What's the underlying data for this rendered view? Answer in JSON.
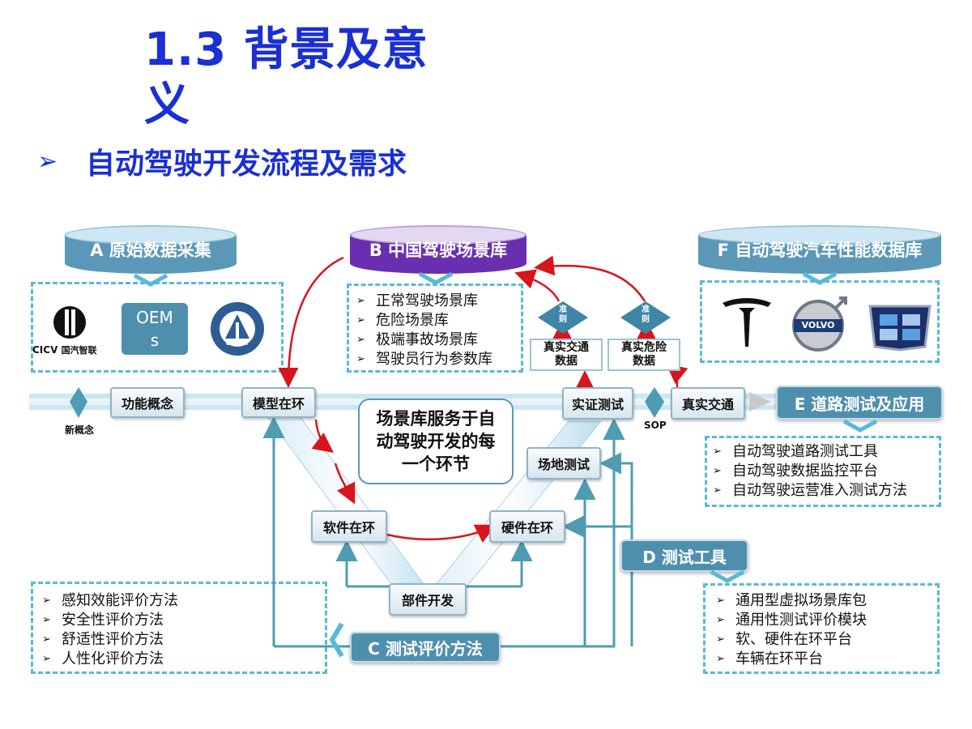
{
  "header": {
    "title": "1.3 背景及意义",
    "subtitle_bullet": "➢",
    "subtitle": "自动驾驶开发流程及需求"
  },
  "databases": {
    "a": "A 原始数据采集",
    "b": "B 中国驾驶场景库",
    "f": "F 自动驾驶汽车性能数据库"
  },
  "section_a": {
    "logo_cicv": "CICV",
    "logo_cicv_cn": "国汽智联",
    "oems": "OEMs",
    "logo_cafri": "CAERI"
  },
  "section_b_items": [
    "正常驾驶场景库",
    "危险场景库",
    "极端事故场景库",
    "驾驶员行为参数库"
  ],
  "section_f": {
    "brand_2": "VOLVO"
  },
  "flow": {
    "new_concept": "新概念",
    "function_concept": "功能概念",
    "model_in_loop": "模型在环",
    "software_in_loop": "软件在环",
    "component_dev": "部件开发",
    "hardware_in_loop": "硬件在环",
    "field_test": "场地测试",
    "validation_test": "实证测试",
    "sop": "SOP",
    "real_traffic": "真实交通",
    "real_traffic_data": "真实交通数据",
    "real_danger_data": "真实危险数据",
    "criterion_1": "准则",
    "criterion_2": "准则"
  },
  "center_note": "场景库服务于自动驾驶开发的每一个环节",
  "tags": {
    "c": "C 测试评价方法",
    "d": "D 测试工具",
    "e": "E 道路测试及应用"
  },
  "section_c_items": [
    "感知效能评价方法",
    "安全性评价方法",
    "舒适性评价方法",
    "人性化评价方法"
  ],
  "section_d_items": [
    "通用型虚拟场景库包",
    "通用性测试评价模块",
    "软、硬件在环平台",
    "车辆在环平台"
  ],
  "section_e_items": [
    "自动驾驶道路测试工具",
    "自动驾驶数据监控平台",
    "自动驾驶运营准入测试方法"
  ],
  "colors": {
    "title_blue": "#1a2fd4",
    "db_blue": "#5b98b8",
    "db_purple": "#6a2fb0",
    "tag_blue": "#4f8fae",
    "dash_cyan": "#5ab9d8",
    "arrow_red": "#d8141c"
  }
}
